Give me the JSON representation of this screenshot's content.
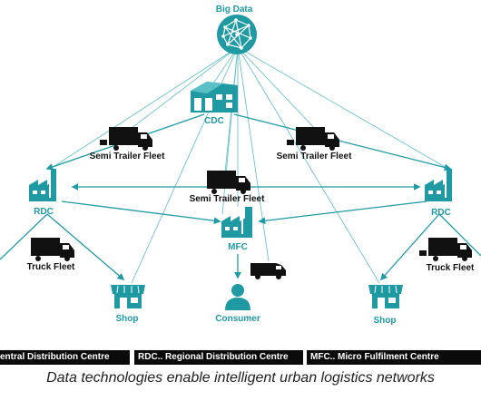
{
  "nodes": {
    "big_data": "Big Data",
    "cdc": "CDC",
    "rdc_left": "RDC",
    "rdc_right": "RDC",
    "mfc": "MFC",
    "consumer": "Consumer",
    "shop_left": "Shop",
    "shop_right": "Shop"
  },
  "vehicles": {
    "semi_left": "Semi Trailer Fleet",
    "semi_right": "Semi Trailer Fleet",
    "semi_center": "Semi Trailer Fleet",
    "truck_left": "Truck Fleet",
    "truck_right": "Truck Fleet"
  },
  "legend": [
    "entral Distribution Centre",
    "RDC.. Regional Distribution Centre",
    "MFC.. Micro Fulfilment Centre"
  ],
  "caption": "Data technologies enable intelligent urban logistics networks",
  "colors": {
    "teal": "#1f9aa3",
    "dark": "#0b0b0b"
  }
}
